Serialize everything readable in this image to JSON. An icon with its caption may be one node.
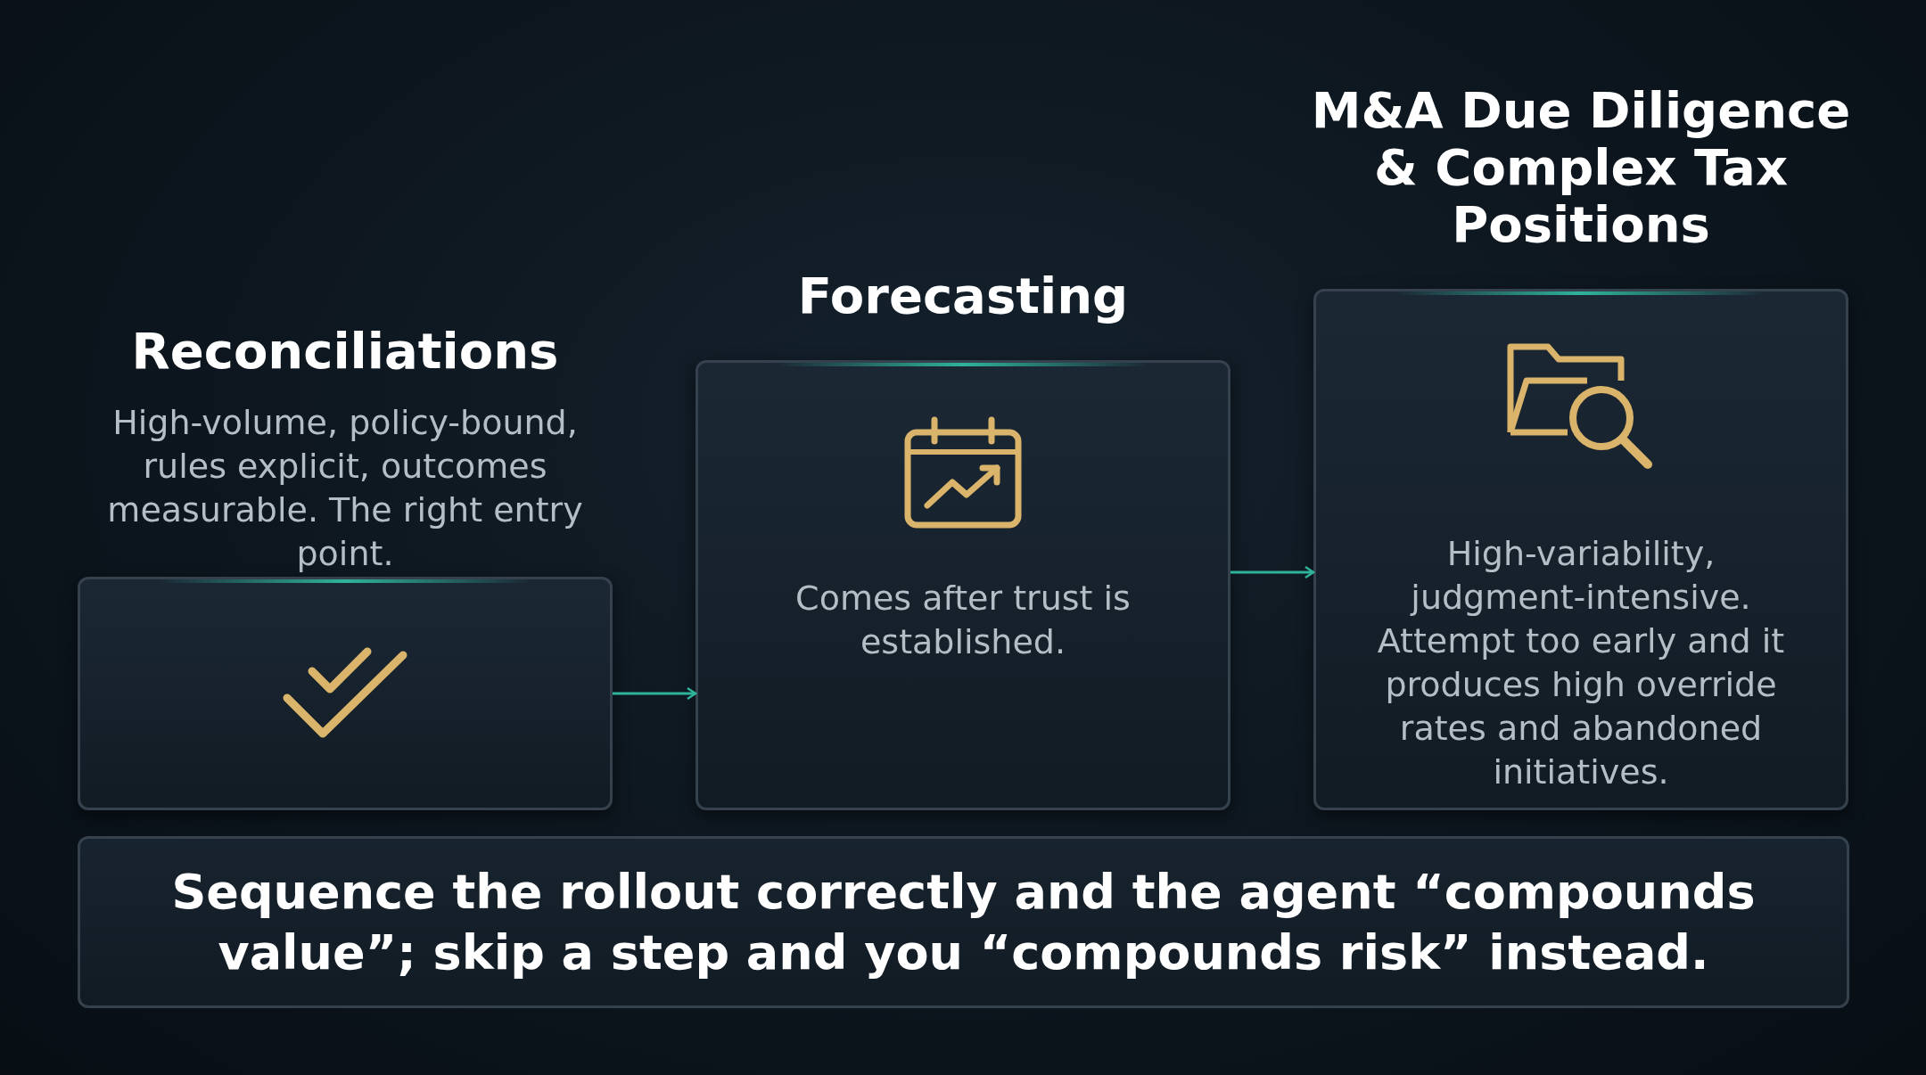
{
  "diagram": {
    "nodes": [
      {
        "text": [
          "Reconciliations",
          "High-volume, policy-bound, rules explicit, outcomes measurable. The right entry point."
        ]
      },
      {
        "text": [
          "Forecasting",
          "Comes after trust is established."
        ]
      },
      {
        "text": [
          "M&A Due Diligence & Complex Tax Positions",
          "High-variability, judgment-intensive. Attempt too early and it produces high override rates and abandoned initiatives."
        ]
      },
      {
        "text": [
          "Sequence the rollout correctly and the agent **“compounds value”**; skip a step and you **“compounds risk”** instead."
        ]
      }
    ],
    "edges": [
      {
        "from": 0,
        "to": 1,
        "arrow": "to"
      },
      {
        "from": 1,
        "to": 2,
        "arrow": "to"
      }
    ]
  }
}
